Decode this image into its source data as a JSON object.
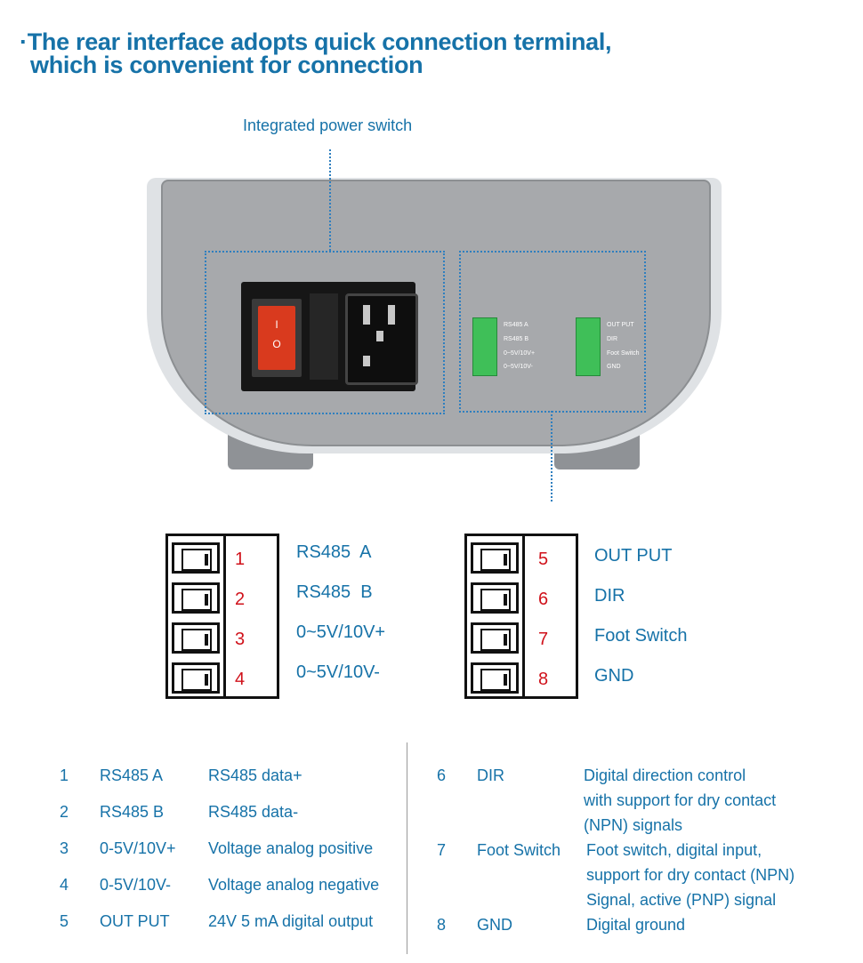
{
  "headline": {
    "line1": "·The rear interface adopts quick connection terminal,",
    "line2": "which is convenient for connection"
  },
  "callout": {
    "power_switch": "Integrated power switch"
  },
  "device": {
    "rocker_on": "I",
    "rocker_off": "O",
    "block_left_labels": [
      "RS485 A",
      "RS485 B",
      "0~5V/10V+",
      "0~5V/10V-"
    ],
    "block_right_labels": [
      "OUT PUT",
      "DIR",
      "Foot Switch",
      "GND"
    ]
  },
  "diagram_left": {
    "numbers": [
      "1",
      "2",
      "3",
      "4"
    ],
    "labels": [
      "RS485  A",
      "RS485  B",
      "0~5V/10V+",
      "0~5V/10V-"
    ]
  },
  "diagram_right": {
    "numbers": [
      "5",
      "6",
      "7",
      "8"
    ],
    "labels": [
      "OUT PUT",
      "DIR",
      "Foot Switch",
      "GND"
    ]
  },
  "table_left": [
    {
      "num": "1",
      "name": "RS485 A",
      "desc": "RS485 data+"
    },
    {
      "num": "2",
      "name": "RS485 B",
      "desc": "RS485 data-"
    },
    {
      "num": "3",
      "name": "0-5V/10V+",
      "desc": "Voltage analog positive"
    },
    {
      "num": "4",
      "name": "0-5V/10V-",
      "desc": "Voltage analog negative"
    },
    {
      "num": "5",
      "name": "OUT PUT",
      "desc": "24V 5 mA digital output"
    }
  ],
  "table_right": [
    {
      "num": "6",
      "name": "DIR",
      "desc_lines": [
        "Digital direction control",
        "with support for dry contact",
        "(NPN) signals"
      ]
    },
    {
      "num": "7",
      "name": "Foot Switch",
      "desc_lines": [
        "Foot switch, digital input,",
        "support for dry contact (NPN)",
        "Signal, active (PNP) signal"
      ]
    },
    {
      "num": "8",
      "name": "GND",
      "desc_lines": [
        "Digital ground"
      ]
    }
  ]
}
